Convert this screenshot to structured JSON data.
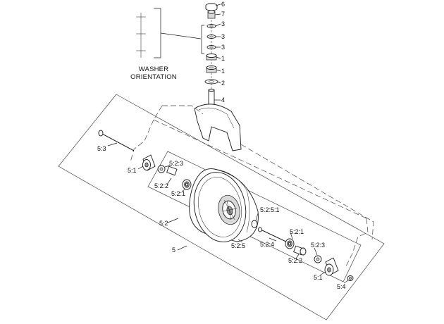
{
  "diagram": {
    "caption": {
      "line1": "WASHER",
      "line2": "ORIENTATION"
    },
    "callouts": {
      "c6": "6",
      "c7": "7",
      "c3a": "3",
      "c3b": "3",
      "c3c": "3",
      "c1a": "1",
      "c1b": "1",
      "c2": "2",
      "c4": "4",
      "c53": "5:3",
      "c51a": "5:1",
      "c523a": "5:2:3",
      "c522a": "5:2:2",
      "c521a": "5:2:1",
      "c5251": "5:2:5:1",
      "c521b": "5:2:1",
      "c52": "5:2",
      "c524": "5:2:4",
      "c523b": "5:2:3",
      "c525": "5:2:5",
      "c5": "5",
      "c522b": "5:2:2",
      "c51b": "5:1",
      "c54": "5:4"
    }
  }
}
